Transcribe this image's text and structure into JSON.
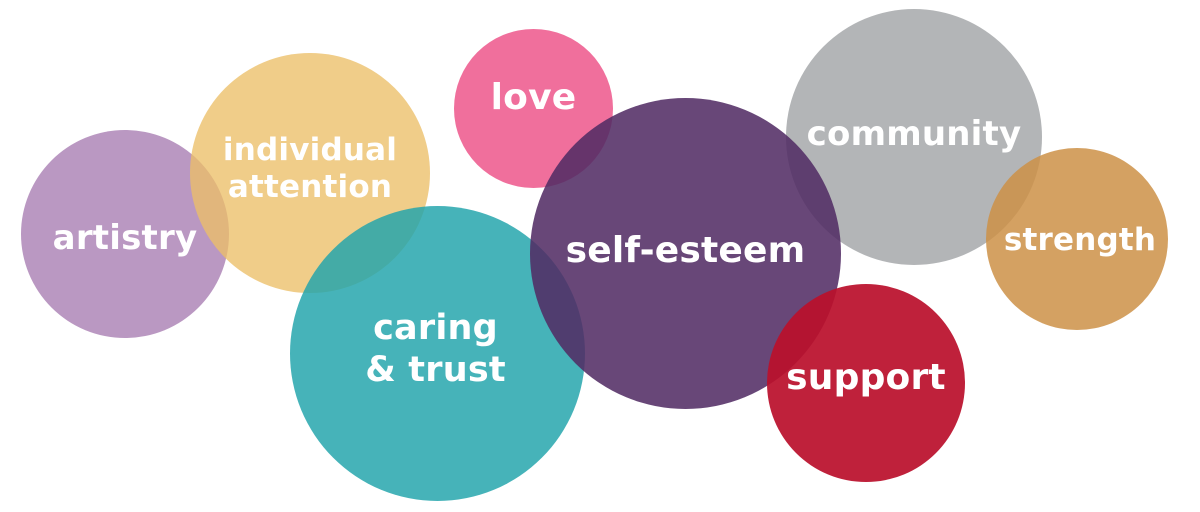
{
  "diagram": {
    "bubbles": [
      {
        "id": "artistry",
        "text": "artistry",
        "color": "#B996C1"
      },
      {
        "id": "individual-attention",
        "lines": [
          "individual",
          "attention"
        ],
        "color": "#EEC880"
      },
      {
        "id": "love",
        "text": "love",
        "color": "#F06F9C"
      },
      {
        "id": "community",
        "text": "community",
        "color": "#B0B2B4"
      },
      {
        "id": "strength",
        "text": "strength",
        "color": "#D4A060"
      },
      {
        "id": "caring-trust",
        "lines": [
          "caring",
          "& trust"
        ],
        "color": "#45B2B8"
      },
      {
        "id": "self-esteem",
        "text": "self-esteem",
        "color": "#654575"
      },
      {
        "id": "support",
        "text": "support",
        "color": "#BF2138"
      }
    ]
  }
}
